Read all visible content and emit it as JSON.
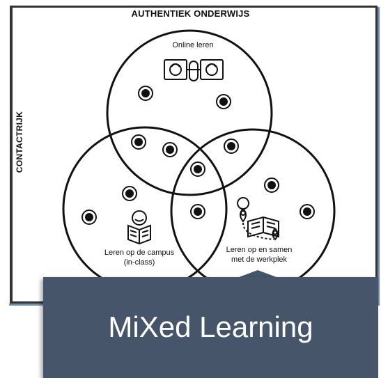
{
  "diagram": {
    "title_top": "AUTHENTIEK ONDERWIJS",
    "title_side": "CONTACTRIJK",
    "circles": [
      {
        "id": "online",
        "label_lines": [
          "Online leren"
        ]
      },
      {
        "id": "campus",
        "label_lines": [
          "Leren op de campus",
          "(in-class)"
        ]
      },
      {
        "id": "werkplek",
        "label_lines": [
          "Leren op en samen",
          "met de werkplek"
        ]
      }
    ]
  },
  "banner": {
    "text": "MiXed Learning",
    "color": "#465569"
  },
  "icons": [
    "online-video-call-icon",
    "reading-student-icon",
    "map-book-icon"
  ]
}
